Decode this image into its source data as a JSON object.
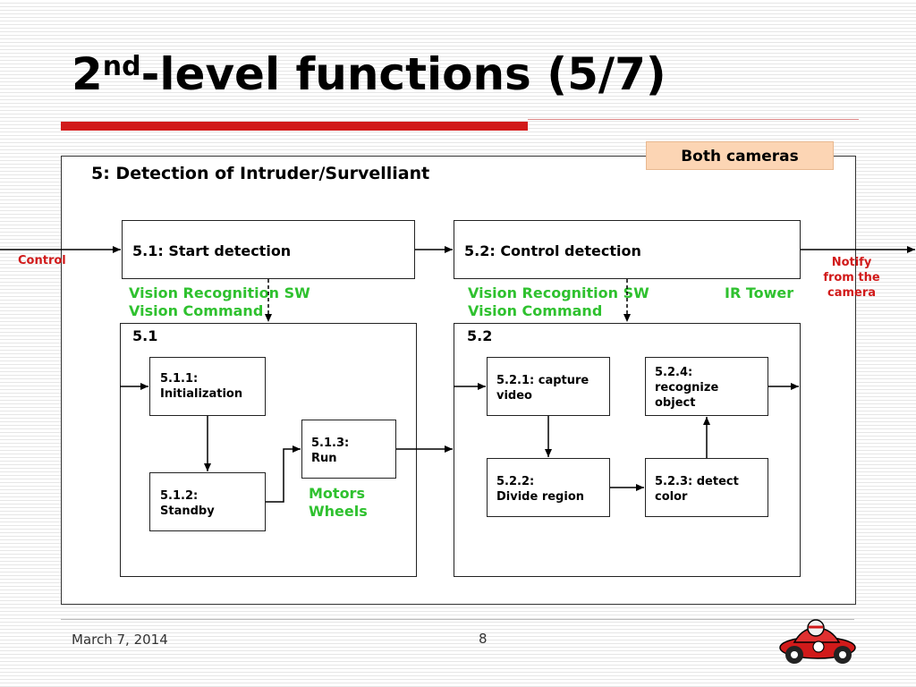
{
  "slide": {
    "title_main": "2",
    "title_sup": "nd",
    "title_rest": "-level functions (5/7)",
    "footer_date": "March 7, 2014",
    "page_number": "8"
  },
  "diagram": {
    "outer_title": "5: Detection of Intruder/Survelliant",
    "tag": "Both cameras",
    "input_label": "Control",
    "output_label": [
      "Notify",
      "from the",
      "camera"
    ],
    "top_boxes": [
      {
        "label": "5.1: Start detection"
      },
      {
        "label": "5.2: Control detection"
      }
    ],
    "annotations_left": [
      "Vision Recognition SW",
      "Vision Command"
    ],
    "annotations_right": [
      "Vision Recognition SW",
      "Vision Command"
    ],
    "ir_tower": "IR Tower",
    "group_51": {
      "label": "5.1",
      "boxes": [
        {
          "lines": [
            "5.1.1:",
            "Initialization"
          ]
        },
        {
          "lines": [
            "5.1.2:",
            "Standby"
          ]
        },
        {
          "lines": [
            "5.1.3:",
            "Run"
          ]
        }
      ],
      "annotation": [
        "Motors",
        "Wheels"
      ]
    },
    "group_52": {
      "label": "5.2",
      "boxes": [
        {
          "lines": [
            "5.2.1: capture",
            "video"
          ]
        },
        {
          "lines": [
            "5.2.2:",
            "Divide region"
          ]
        },
        {
          "lines": [
            "5.2.3: detect",
            "color"
          ]
        },
        {
          "lines": [
            "5.2.4:",
            "recognize",
            "object"
          ]
        }
      ]
    }
  }
}
